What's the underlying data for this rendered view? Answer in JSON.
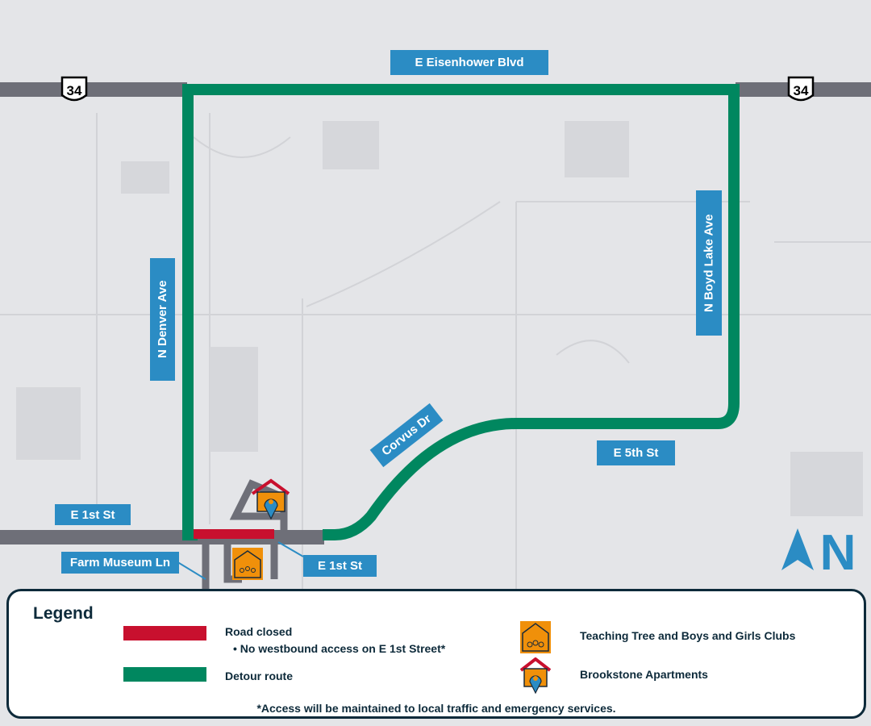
{
  "map": {
    "highway_shield": "34",
    "roads": {
      "eisenhower": "E Eisenhower Blvd",
      "denver": "N Denver Ave",
      "boyd_lake": "N Boyd Lake Ave",
      "corvus": "Corvus Dr",
      "fifth": "E 5th St",
      "first_west": "E 1st St",
      "first_east": "E 1st St",
      "farm_museum": "Farm Museum Ln"
    },
    "north_label": "N",
    "colors": {
      "detour": "#00875f",
      "closed": "#c8102e",
      "label": "#2b8cc4",
      "road": "#6e6f78",
      "icon_orange": "#f0900a"
    }
  },
  "legend": {
    "title": "Legend",
    "road_closed": "Road closed",
    "road_closed_note": "No westbound access on E 1st Street*",
    "detour": "Detour route",
    "teaching_tree": "Teaching Tree and Boys and Girls Clubs",
    "brookstone": "Brookstone Apartments",
    "footnote": "*Access will be maintained to local traffic and emergency services."
  }
}
